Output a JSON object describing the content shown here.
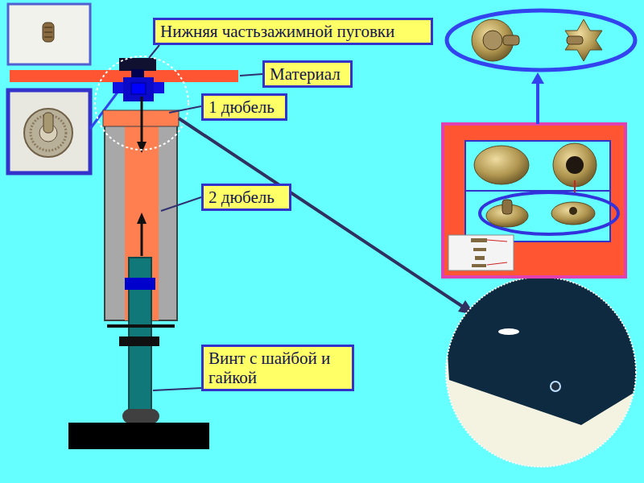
{
  "diagram": {
    "nodes": [
      {
        "text": [
          "Нижняя частьзажимной пуговки"
        ]
      },
      {
        "text": [
          "Материал"
        ]
      },
      {
        "text": [
          "1 дюбель"
        ]
      },
      {
        "text": [
          "2 дюбель"
        ]
      },
      {
        "text": [
          "Винт с шайбой и гайкой"
        ]
      }
    ]
  }
}
